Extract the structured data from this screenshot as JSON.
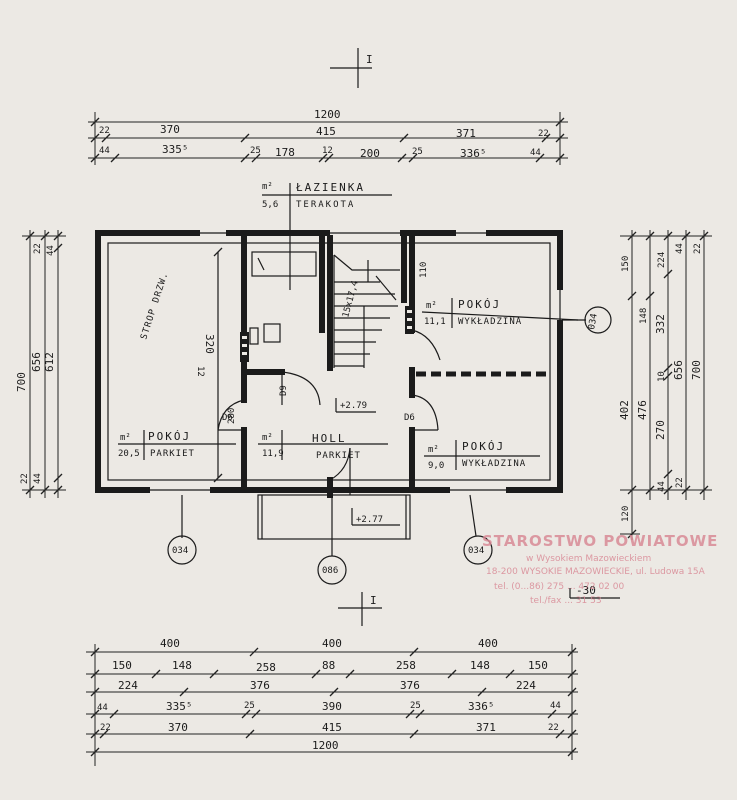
{
  "section_marks": {
    "top": "I",
    "bottom": "I"
  },
  "top_dims": {
    "total": "1200",
    "row1": [
      "22",
      "370",
      "415",
      "371",
      "22"
    ],
    "row2": [
      "44",
      "335⁵",
      "25",
      "178",
      "12",
      "200",
      "25",
      "336⁵",
      "44"
    ]
  },
  "bottom_dims": {
    "row1": [
      "400",
      "400",
      "400"
    ],
    "row2": [
      "150",
      "148",
      "258",
      "88",
      "258",
      "148",
      "150"
    ],
    "row3": [
      "224",
      "376",
      "376",
      "224"
    ],
    "row4": [
      "44",
      "335⁵",
      "25",
      "390",
      "25",
      "336⁵",
      "44"
    ],
    "row5": [
      "22",
      "370",
      "415",
      "371",
      "22"
    ],
    "total": "1200"
  },
  "left_dims": {
    "a": "700",
    "b": "656",
    "c": "612",
    "d1": "22",
    "d2": "44",
    "e1": "22",
    "e2": "44"
  },
  "right_dims": {
    "c1": [
      "150",
      "402",
      "120"
    ],
    "c2": [
      "148",
      "476"
    ],
    "c3": [
      "224",
      "332",
      "10",
      "270",
      "44"
    ],
    "c4": [
      "656"
    ],
    "c5": [
      "700"
    ],
    "small": [
      "44",
      "22",
      "22"
    ]
  },
  "rooms": {
    "bath": {
      "area_unit": "m²",
      "area": "5,6",
      "name": "ŁAZIENKA",
      "floor": "TERAKOTA"
    },
    "room_left": {
      "area_unit": "m²",
      "area": "20,5",
      "name": "POKÓJ",
      "floor": "PARKIET"
    },
    "hall": {
      "area_unit": "m²",
      "area": "11,9",
      "name": "HOLL",
      "floor": "PARKIET"
    },
    "room_ne": {
      "area_unit": "m²",
      "area": "11,1",
      "name": "POKÓJ",
      "floor": "WYKŁADZINA"
    },
    "room_se": {
      "area_unit": "m²",
      "area": "9,0",
      "name": "POKÓJ",
      "floor": "WYKŁADZINA"
    }
  },
  "annotations": {
    "ceiling": "STROP DRZW.",
    "span": "320",
    "beam": "12",
    "wall280": "280",
    "d9": "D9",
    "d6a": "D6",
    "d6b": "D6",
    "level1": "+2.79",
    "level2": "+2.77",
    "level3": "-30",
    "stair": "15x17,4",
    "w110": "110",
    "bubbles": [
      "034",
      "034",
      "034",
      "086"
    ]
  },
  "stamp": {
    "title": "STAROSTWO POWIATOWE",
    "line2": "w Wysokiem Mazowieckiem",
    "line3": "18-200 WYSOKIE MAZOWIECKIE, ul. Ludowa 15A",
    "line4": "tel. (0...86) 275 ... 472 02 00",
    "line5": "tel./fax ... 31 53"
  }
}
